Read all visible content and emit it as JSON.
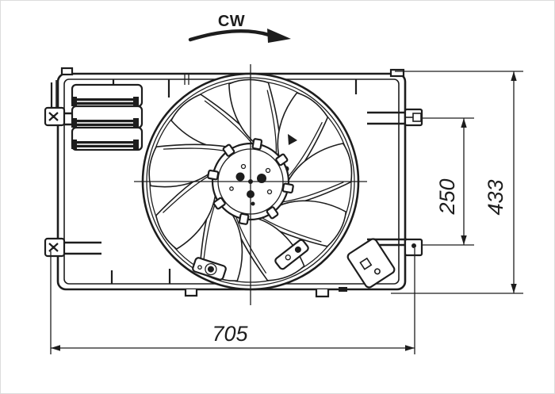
{
  "meta": {
    "title": "Cooling fan technical drawing",
    "background": "#ffffff",
    "line_color": "#1d1d1d",
    "border_color": "#dcdcdc"
  },
  "drawing": {
    "subject": "radiator-cooling-fan-assembly",
    "view": "front",
    "blade_count": 9,
    "rotation": {
      "label": "CW"
    },
    "dimensions": {
      "overall_width": {
        "value": "705",
        "orientation": "horizontal"
      },
      "overall_height": {
        "value": "433",
        "orientation": "vertical"
      },
      "mount_pitch": {
        "value": "250",
        "orientation": "vertical"
      }
    }
  }
}
